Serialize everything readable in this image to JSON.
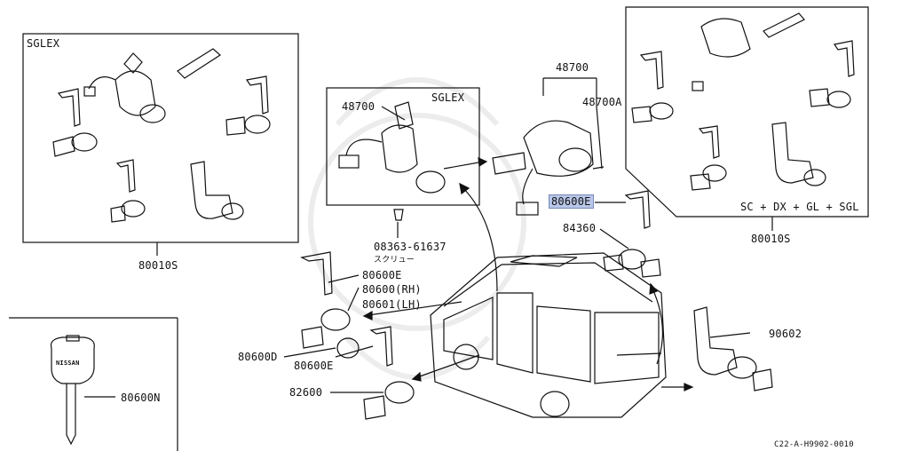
{
  "diagram": {
    "left_box": {
      "title": "SGLEX",
      "part": "80010S"
    },
    "center_box": {
      "title": "SGLEX",
      "part_top": "48700"
    },
    "right_box": {
      "title": "SC + DX + GL + SGL",
      "part": "80010S"
    },
    "key_box": {
      "part": "80600N",
      "key_text": "NISSAN"
    },
    "labels": {
      "p48700": "48700",
      "p48700a": "48700A",
      "p80600e_hl": "80600E",
      "p84360": "84360",
      "screw_num": "08363-61637",
      "screw_jp": "スクリュー",
      "p80600e_mid": "80600E",
      "p80600rh": "80600(RH)",
      "p80601lh": "80601(LH)",
      "p80600d": "80600D",
      "p80600e_low": "80600E",
      "p82600": "82600",
      "p90602": "90602"
    },
    "code": "C22-A-H9902-0010",
    "highlight_color": "#b8c6e8"
  }
}
